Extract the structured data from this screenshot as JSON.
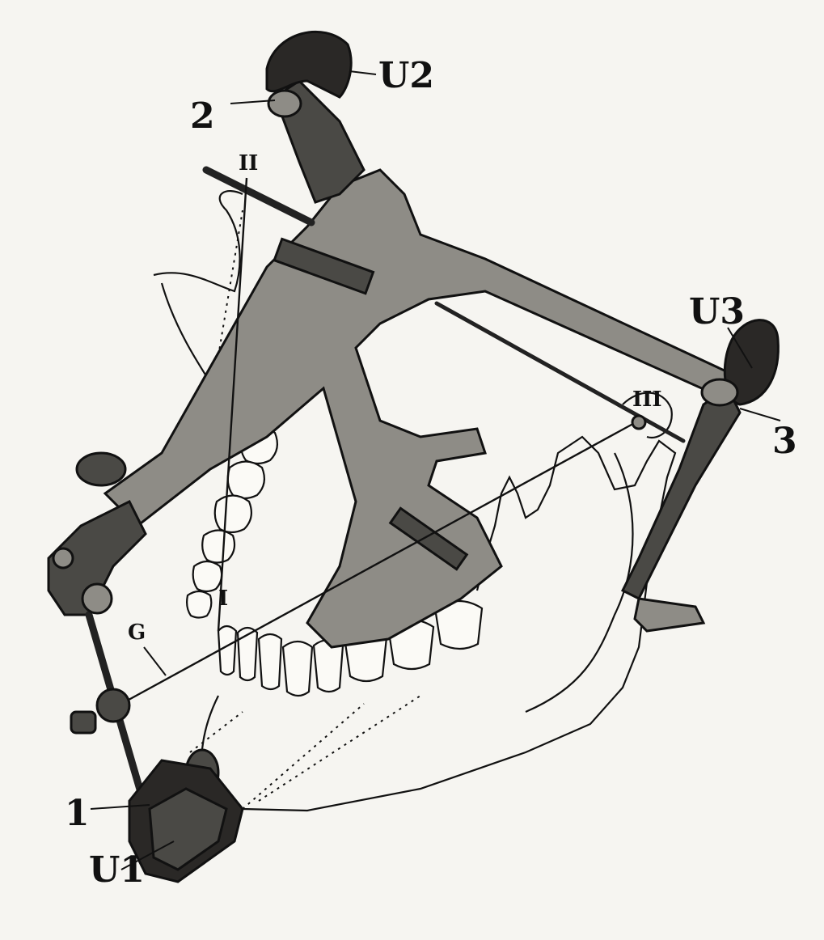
{
  "figure": {
    "labels": {
      "u2": "U2",
      "u3": "U3",
      "u1": "U1",
      "one": "1",
      "two": "2",
      "three": "3",
      "roman_one": "I",
      "roman_two": "II",
      "roman_three": "III",
      "g": "G"
    }
  }
}
